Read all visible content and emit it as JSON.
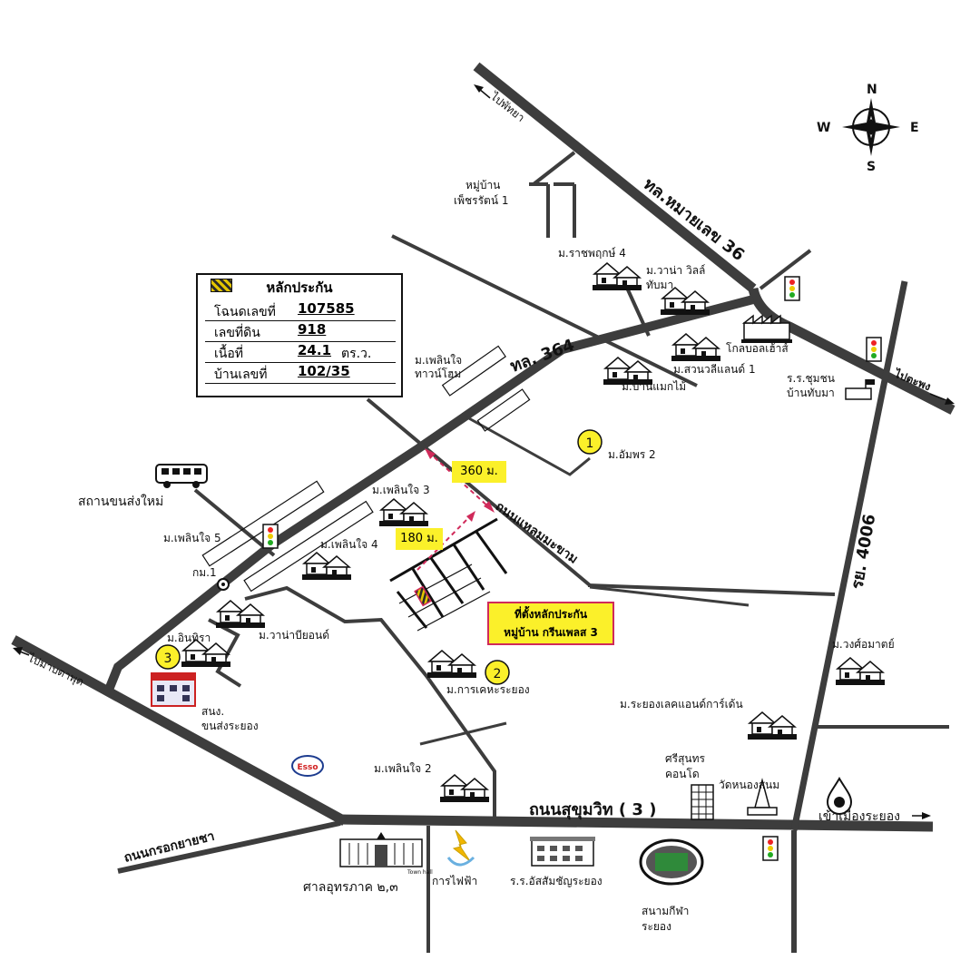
{
  "legend": {
    "title": "หลักประกัน",
    "rows": [
      {
        "key": "โฉนดเลขที่",
        "value": "107585",
        "unit": ""
      },
      {
        "key": "เลขที่ดิน",
        "value": "918",
        "unit": ""
      },
      {
        "key": "เนื้อที่",
        "value": "24.1",
        "unit": "ตร.ว."
      },
      {
        "key": "บ้านเลขที่",
        "value": "102/35",
        "unit": ""
      }
    ]
  },
  "site_box": {
    "line1": "ที่ตั้งหลักประกัน",
    "line2": "หมู่บ้าน กรีนเพลส 3"
  },
  "distances": {
    "d1": "360 ม.",
    "d2": "180 ม."
  },
  "compass": {
    "n": "N",
    "s": "S",
    "e": "E",
    "w": "W"
  },
  "markers": {
    "m1": "1",
    "m2": "2",
    "m3": "3"
  },
  "roads": {
    "r36": "ทล.หมายเลข 36",
    "r364": "ทล. 364",
    "r4006": "รย. 4006",
    "sukhumvit": "ถนนสุขุมวิท ( 3 )",
    "laemmaha": "ถนนแหลมมะขาม",
    "kroksaiya": "ถนนกรอกยายชา",
    "to_pattaya": "ไปพัทยา",
    "to_taphong": "ไปตะพง",
    "to_ban_chang": "ไปมาบตาพุด",
    "to_city": "เข้าเมืองระยอง"
  },
  "places": {
    "phetcharat": [
      "หมู่บ้าน",
      "เพ็ชรรัตน์ 1"
    ],
    "ratchaphruek": "ม.ราชพฤกษ์ 4",
    "wana_villa": [
      "ม.วาน่า วิลล์",
      "ทับมา"
    ],
    "global_house": "โกลบอลเฮ้าส์",
    "suanwali": "ม.สวนวลีแลนด์ 1",
    "banmaekmai": "ม.บ้านแมกไม้",
    "school_tabma": [
      "ร.ร.ชุมชน",
      "บ้านทับมา"
    ],
    "ploenjai_town": [
      "ม.เพลินใจ",
      "ทาวน์โฮม"
    ],
    "amphorn": "ม.อัมพร 2",
    "bus_station": "สถานขนส่งใหม่",
    "ploenjai3": "ม.เพลินใจ 3",
    "ploenjai4": "ม.เพลินใจ 4",
    "ploenjai5": "ม.เพลินใจ 5",
    "km1": "กม.1",
    "wana_beyond": "ม.วาน่าบียอนด์",
    "inthira": "ม.อินทิรา",
    "transport_office": [
      "สนง.",
      "ขนส่งระยอง"
    ],
    "kankheha": "ม.การเคหะระยอง",
    "wongsomart": "ม.วงศ์อมาตย์",
    "lakeland": "ม.ระยองเลคแอนด์การ์เด้น",
    "srisunthon": [
      "ศรีสุนทร",
      "คอนโด"
    ],
    "wat": "วัดหนองสนม",
    "ploenjai2": "ม.เพลินใจ 2",
    "court": "ศาลอุทรภาค ๒,๓",
    "electric": "การไฟฟ้า",
    "school_assum": "ร.ร.อัสสัมชัญระยอง",
    "stadium": [
      "สนามกีฬา",
      "ระยอง"
    ],
    "esso": "Esso",
    "town_hall": "Town hall"
  },
  "colors": {
    "road": "#3d3d3d",
    "highlight": "#fbf02a",
    "accent": "#d02a5a"
  }
}
